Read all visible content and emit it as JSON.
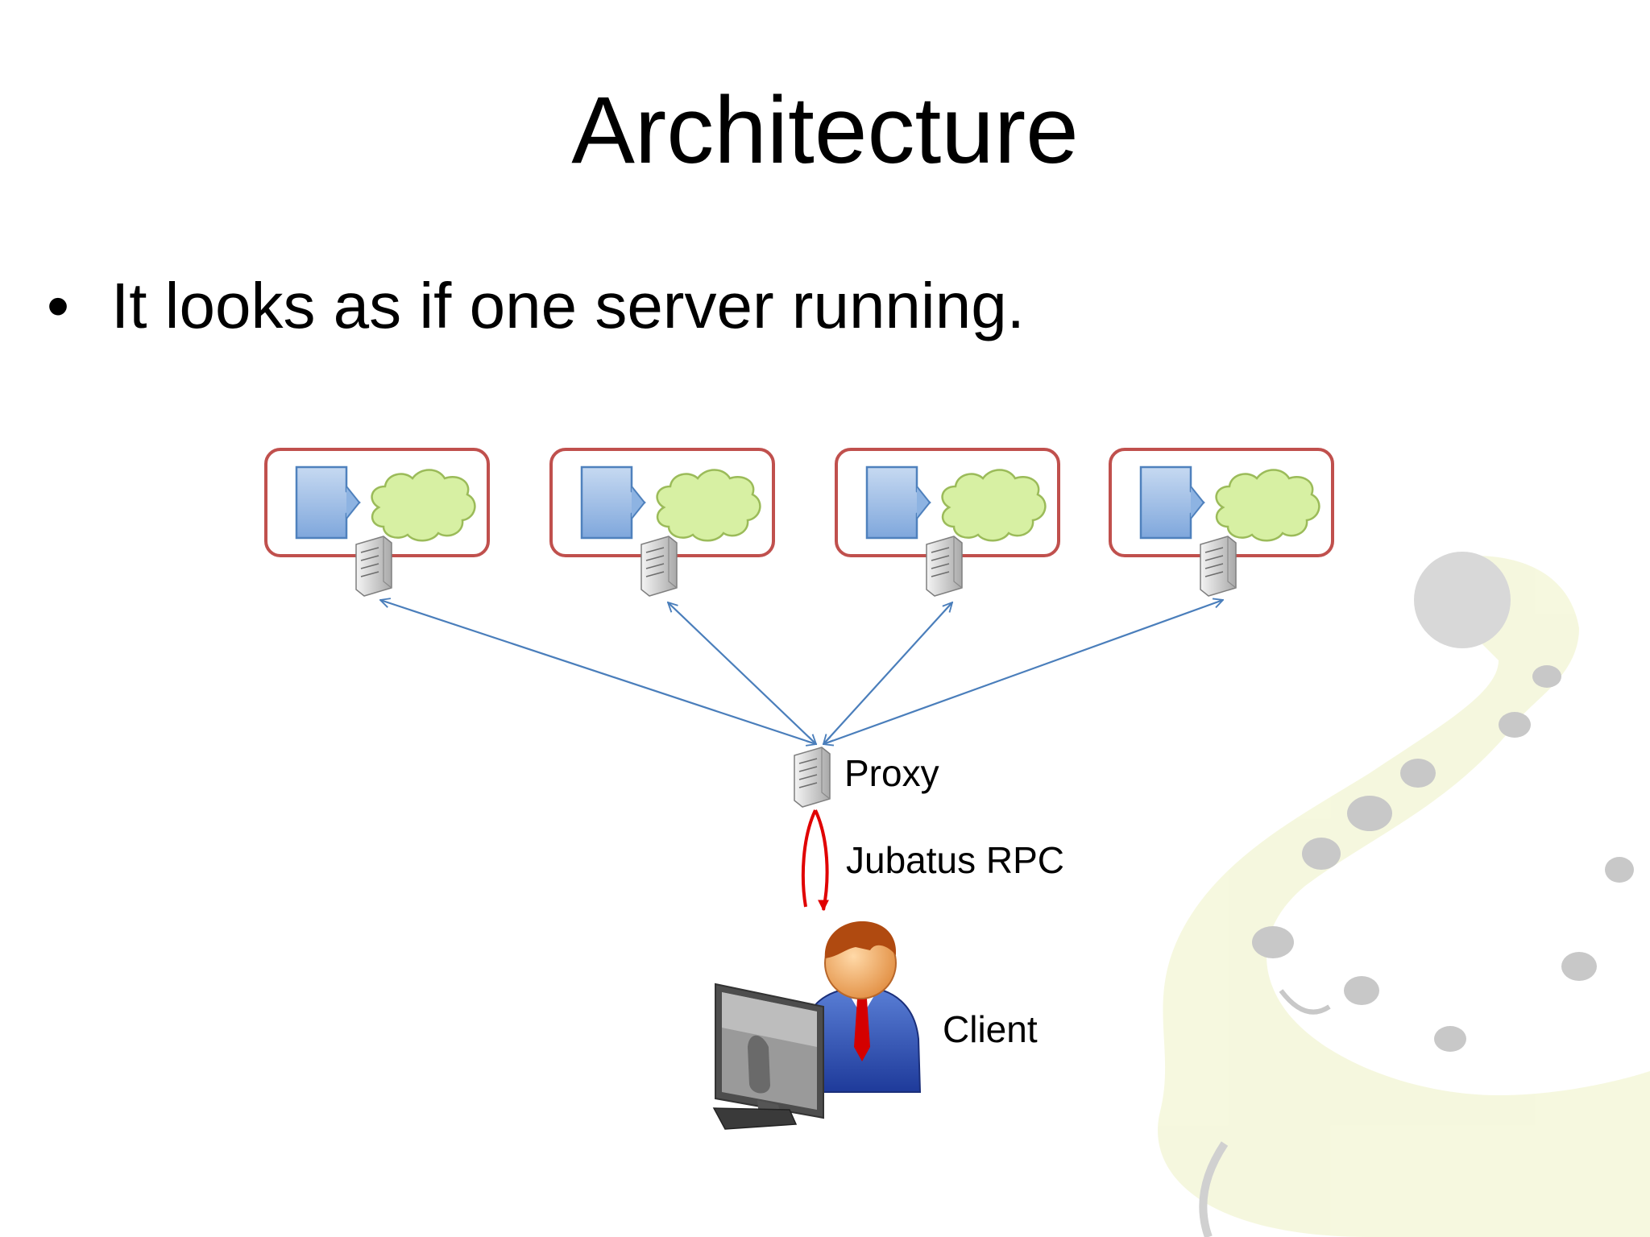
{
  "slide": {
    "title": "Architecture",
    "bullet_marker": "•",
    "bullet_text": "It looks as if one server running."
  },
  "diagram": {
    "server_count": 4,
    "proxy_label": "Proxy",
    "rpc_label": "Jubatus RPC",
    "client_label": "Client"
  },
  "colors": {
    "server_box_border": "#c0504d",
    "process_block": "#8db3e2",
    "cloud": "#d7f0a3",
    "link_arrow": "#4a7ebb",
    "rpc_arrow": "#e00000",
    "watermark": "#eeeed8"
  },
  "icons": {
    "server": "server-tower-icon",
    "process": "process-arrow-icon",
    "cloud": "cloud-icon",
    "client": "user-at-computer-icon",
    "watermark": "jaguar-mascot-icon"
  }
}
